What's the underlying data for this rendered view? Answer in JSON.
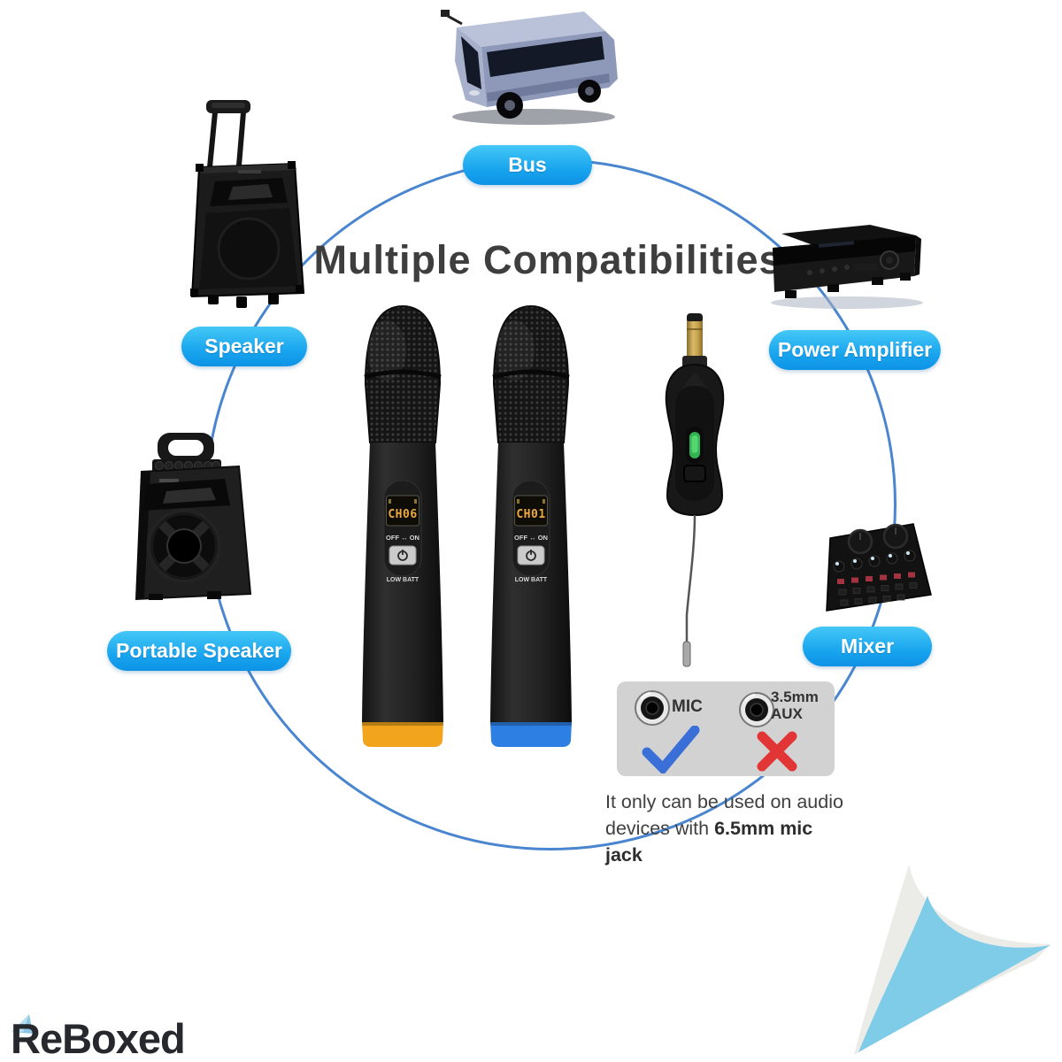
{
  "title": "Multiple Compatibilities",
  "brand": "ReBoxed",
  "devices": {
    "bus": "Bus",
    "speaker": "Speaker",
    "power_amplifier": "Power Amplifier",
    "portable_speaker": "Portable Speaker",
    "mixer": "Mixer"
  },
  "microphones": [
    {
      "channel": "CH06",
      "switch_label": "OFF ↔ ON",
      "battery_label": "LOW BATT",
      "base_color": "#F2A41D"
    },
    {
      "channel": "CH01",
      "switch_label": "OFF ↔ ON",
      "battery_label": "LOW BATT",
      "base_color": "#2E7FE4"
    }
  ],
  "ports_panel": {
    "mic_label": "MIC",
    "aux_label_line1": "3.5mm",
    "aux_label_line2": "AUX",
    "mic_supported": "yes",
    "aux_supported": "no"
  },
  "note": {
    "normal": "It only can be used on audio devices with ",
    "bold": "6.5mm mic jack"
  },
  "colors": {
    "pill_top": "#45C8F7",
    "pill_bottom": "#0D93E6",
    "circle": "#4A86D0",
    "check": "#3A6FD8",
    "cross": "#E23636",
    "lcd_digits": "#EDAA3F",
    "led": "#33B252",
    "panel_bg": "#D2D2D2",
    "page_curl": "#7FCCE8"
  }
}
